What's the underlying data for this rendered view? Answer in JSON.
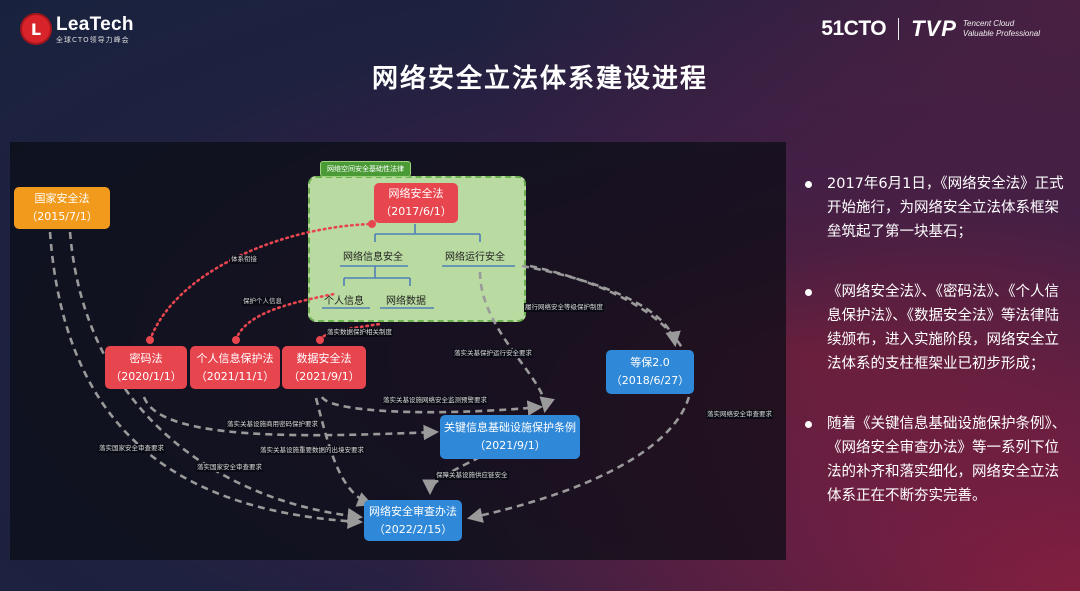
{
  "header": {
    "left_logo": {
      "name": "LeaTech",
      "tagline": "全球CTO领导力峰会",
      "mark": "L",
      "mark_color": "#d8232a"
    },
    "right_logo": {
      "part1": "51CTO",
      "part2": "TVP",
      "line1": "Tencent Cloud",
      "line2": "Valuable Professional"
    }
  },
  "title": "网络安全立法体系建设进程",
  "diagram": {
    "group_tag": "网络空间安全基础性法律",
    "nodes": {
      "national": {
        "title": "国家安全法",
        "date": "（2015/7/1）",
        "color": "#f29a1c"
      },
      "cyber": {
        "title": "网络安全法",
        "date": "（2017/6/1）",
        "color": "#e8464f"
      },
      "crypto": {
        "title": "密码法",
        "date": "（2020/1/1）",
        "color": "#e8464f"
      },
      "pipl": {
        "title": "个人信息保护法",
        "date": "（2021/11/1）",
        "color": "#e8464f"
      },
      "dsl": {
        "title": "数据安全法",
        "date": "（2021/9/1）",
        "color": "#e8464f"
      },
      "mlps": {
        "title": "等保2.0",
        "date": "（2018/6/27）",
        "color": "#2f88d8"
      },
      "ciip": {
        "title": "关键信息基础设施保护条例",
        "date": "（2021/9/1）",
        "color": "#2f88d8"
      },
      "review": {
        "title": "网络安全审查办法",
        "date": "（2022/2/15）",
        "color": "#2f88d8"
      }
    },
    "group_labels": {
      "info_security": "网络信息安全",
      "ops_security": "网络运行安全",
      "personal_info": "个人信息",
      "network_data": "网络数据"
    },
    "edge_labels": {
      "system_link": "体系衔接",
      "pi_protection": "保护个人信息",
      "data_protection": "落实数据保护相关制度",
      "mlps_impl": "履行网络安全等级保护制度",
      "ciip_req": "落实关基保护运行安全要求",
      "monitoring": "落实关基设施网络安全监测预警要求",
      "review_req": "落实网络安全审查要求",
      "crypto_req": "落实关基设施商用密码保护要求",
      "national_req1": "落实国家安全审查要求",
      "national_req2": "落实国家安全审查要求",
      "export_req": "落实关基设施重要数据的出境安要求",
      "supply_chain": "保障关基设施供应链安全"
    }
  },
  "bullets": [
    "2017年6月1日，《网络安全法》正式开始施行，为网络安全立法体系框架垒筑起了第一块基石；",
    "《网络安全法》、《密码法》、《个人信息保护法》、《数据安全法》等法律陆续颁布，进入实施阶段，网络安全立法体系的支柱框架业已初步形成；",
    "随着《关键信息基础设施保护条例》、《网络安全审查办法》等一系列下位法的补齐和落实细化，网络安全立法体系正在不断夯实完善。"
  ]
}
